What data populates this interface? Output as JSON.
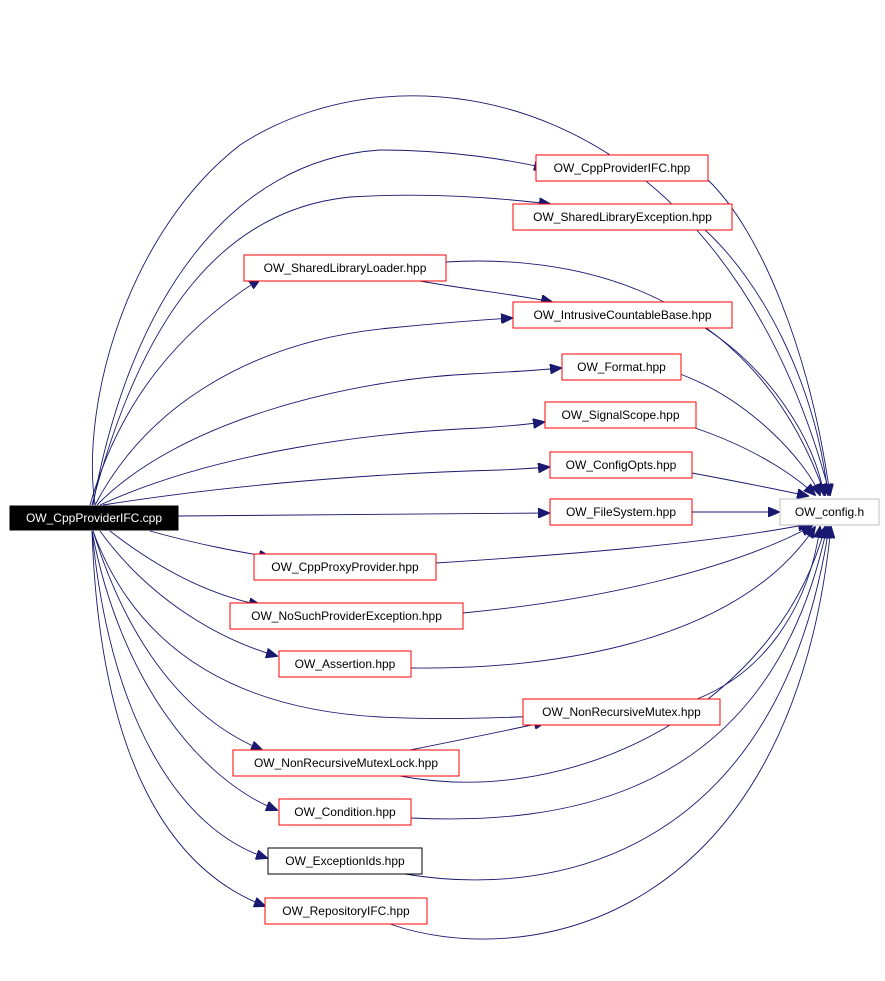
{
  "colors": {
    "edge": "#191970",
    "node_border_red": "#ff0000",
    "node_border_black": "#000000",
    "node_border_gray": "#bfbfbf",
    "root_fill": "#000000",
    "root_text": "#ffffff",
    "node_fill": "#ffffff",
    "node_text": "#000000"
  },
  "graph": {
    "root": {
      "id": "root",
      "label": "OW_CppProviderIFC.cpp"
    },
    "nodes": [
      {
        "id": "cppprovideripc",
        "label": "OW_CppProviderIFC.hpp",
        "border": "red"
      },
      {
        "id": "sharedlibexc",
        "label": "OW_SharedLibraryException.hpp",
        "border": "red"
      },
      {
        "id": "sharedlibloader",
        "label": "OW_SharedLibraryLoader.hpp",
        "border": "red"
      },
      {
        "id": "intrusive",
        "label": "OW_IntrusiveCountableBase.hpp",
        "border": "red"
      },
      {
        "id": "format",
        "label": "OW_Format.hpp",
        "border": "red"
      },
      {
        "id": "signalscope",
        "label": "OW_SignalScope.hpp",
        "border": "red"
      },
      {
        "id": "configopts",
        "label": "OW_ConfigOpts.hpp",
        "border": "red"
      },
      {
        "id": "filesystem",
        "label": "OW_FileSystem.hpp",
        "border": "red"
      },
      {
        "id": "config",
        "label": "OW_config.h",
        "border": "gray"
      },
      {
        "id": "cppproxy",
        "label": "OW_CppProxyProvider.hpp",
        "border": "red"
      },
      {
        "id": "nosuchprov",
        "label": "OW_NoSuchProviderException.hpp",
        "border": "red"
      },
      {
        "id": "assertion",
        "label": "OW_Assertion.hpp",
        "border": "red"
      },
      {
        "id": "nrmutex",
        "label": "OW_NonRecursiveMutex.hpp",
        "border": "red"
      },
      {
        "id": "nrmutexlock",
        "label": "OW_NonRecursiveMutexLock.hpp",
        "border": "red"
      },
      {
        "id": "condition",
        "label": "OW_Condition.hpp",
        "border": "red"
      },
      {
        "id": "exceptionids",
        "label": "OW_ExceptionIds.hpp",
        "border": "black"
      },
      {
        "id": "repositoryifc",
        "label": "OW_RepositoryIFC.hpp",
        "border": "red"
      }
    ],
    "edges": [
      [
        "root",
        "config"
      ],
      [
        "root",
        "cppprovideripc"
      ],
      [
        "root",
        "sharedlibexc"
      ],
      [
        "root",
        "sharedlibloader"
      ],
      [
        "root",
        "intrusive"
      ],
      [
        "root",
        "format"
      ],
      [
        "root",
        "signalscope"
      ],
      [
        "root",
        "configopts"
      ],
      [
        "root",
        "filesystem"
      ],
      [
        "root",
        "cppproxy"
      ],
      [
        "root",
        "nosuchprov"
      ],
      [
        "root",
        "assertion"
      ],
      [
        "root",
        "nrmutex"
      ],
      [
        "root",
        "nrmutexlock"
      ],
      [
        "root",
        "condition"
      ],
      [
        "root",
        "exceptionids"
      ],
      [
        "root",
        "repositoryifc"
      ],
      [
        "cppprovideripc",
        "config"
      ],
      [
        "sharedlibexc",
        "config"
      ],
      [
        "sharedlibloader",
        "config"
      ],
      [
        "sharedlibloader",
        "intrusive"
      ],
      [
        "intrusive",
        "config"
      ],
      [
        "format",
        "config"
      ],
      [
        "signalscope",
        "config"
      ],
      [
        "configopts",
        "config"
      ],
      [
        "filesystem",
        "config"
      ],
      [
        "cppproxy",
        "config"
      ],
      [
        "nosuchprov",
        "config"
      ],
      [
        "assertion",
        "config"
      ],
      [
        "nrmutex",
        "config"
      ],
      [
        "nrmutexlock",
        "nrmutex"
      ],
      [
        "nrmutexlock",
        "config"
      ],
      [
        "condition",
        "config"
      ],
      [
        "exceptionids",
        "config"
      ],
      [
        "repositoryifc",
        "config"
      ]
    ]
  }
}
